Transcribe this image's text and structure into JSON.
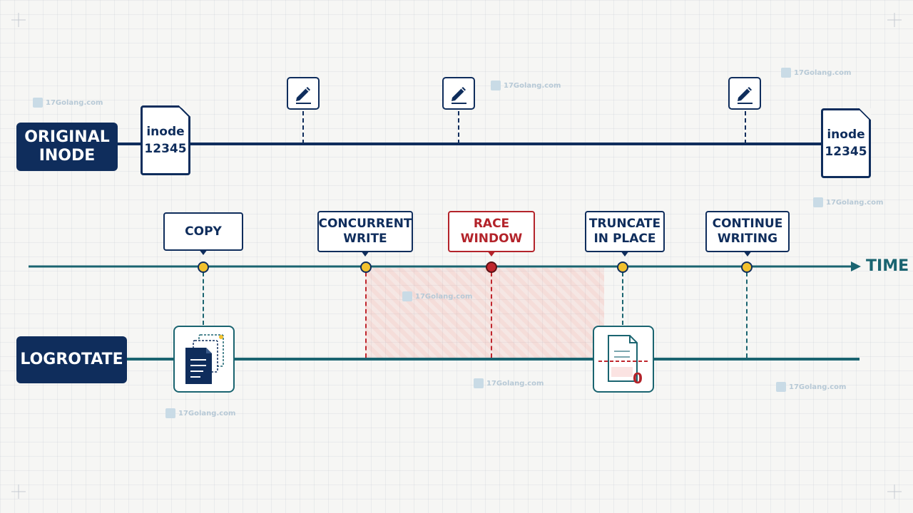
{
  "lanes": {
    "original": "ORIGINAL\nINODE",
    "logrotate": "LOGROTATE"
  },
  "inode_start": "inode\n12345",
  "inode_end": "inode\n12345",
  "axis_label": "TIME",
  "events": {
    "copy": "COPY",
    "concurrent_write": "CONCURRENT\nWRITE",
    "race_window": "RACE\nWINDOW",
    "truncate": "TRUNCATE\nIN PLACE",
    "continue_writing": "CONTINUE\nWRITING"
  },
  "truncate_size": "0",
  "watermark": "17Golang.com",
  "colors": {
    "navy": "#0f2d5c",
    "teal": "#1a6470",
    "race_red": "#c0262d",
    "dot_yellow": "#f2c12e",
    "race_fill": "#f9dcd8"
  },
  "icons": {
    "write": "pencil-edit-icon",
    "copy": "copy-documents-icon",
    "truncate": "truncated-file-icon"
  }
}
